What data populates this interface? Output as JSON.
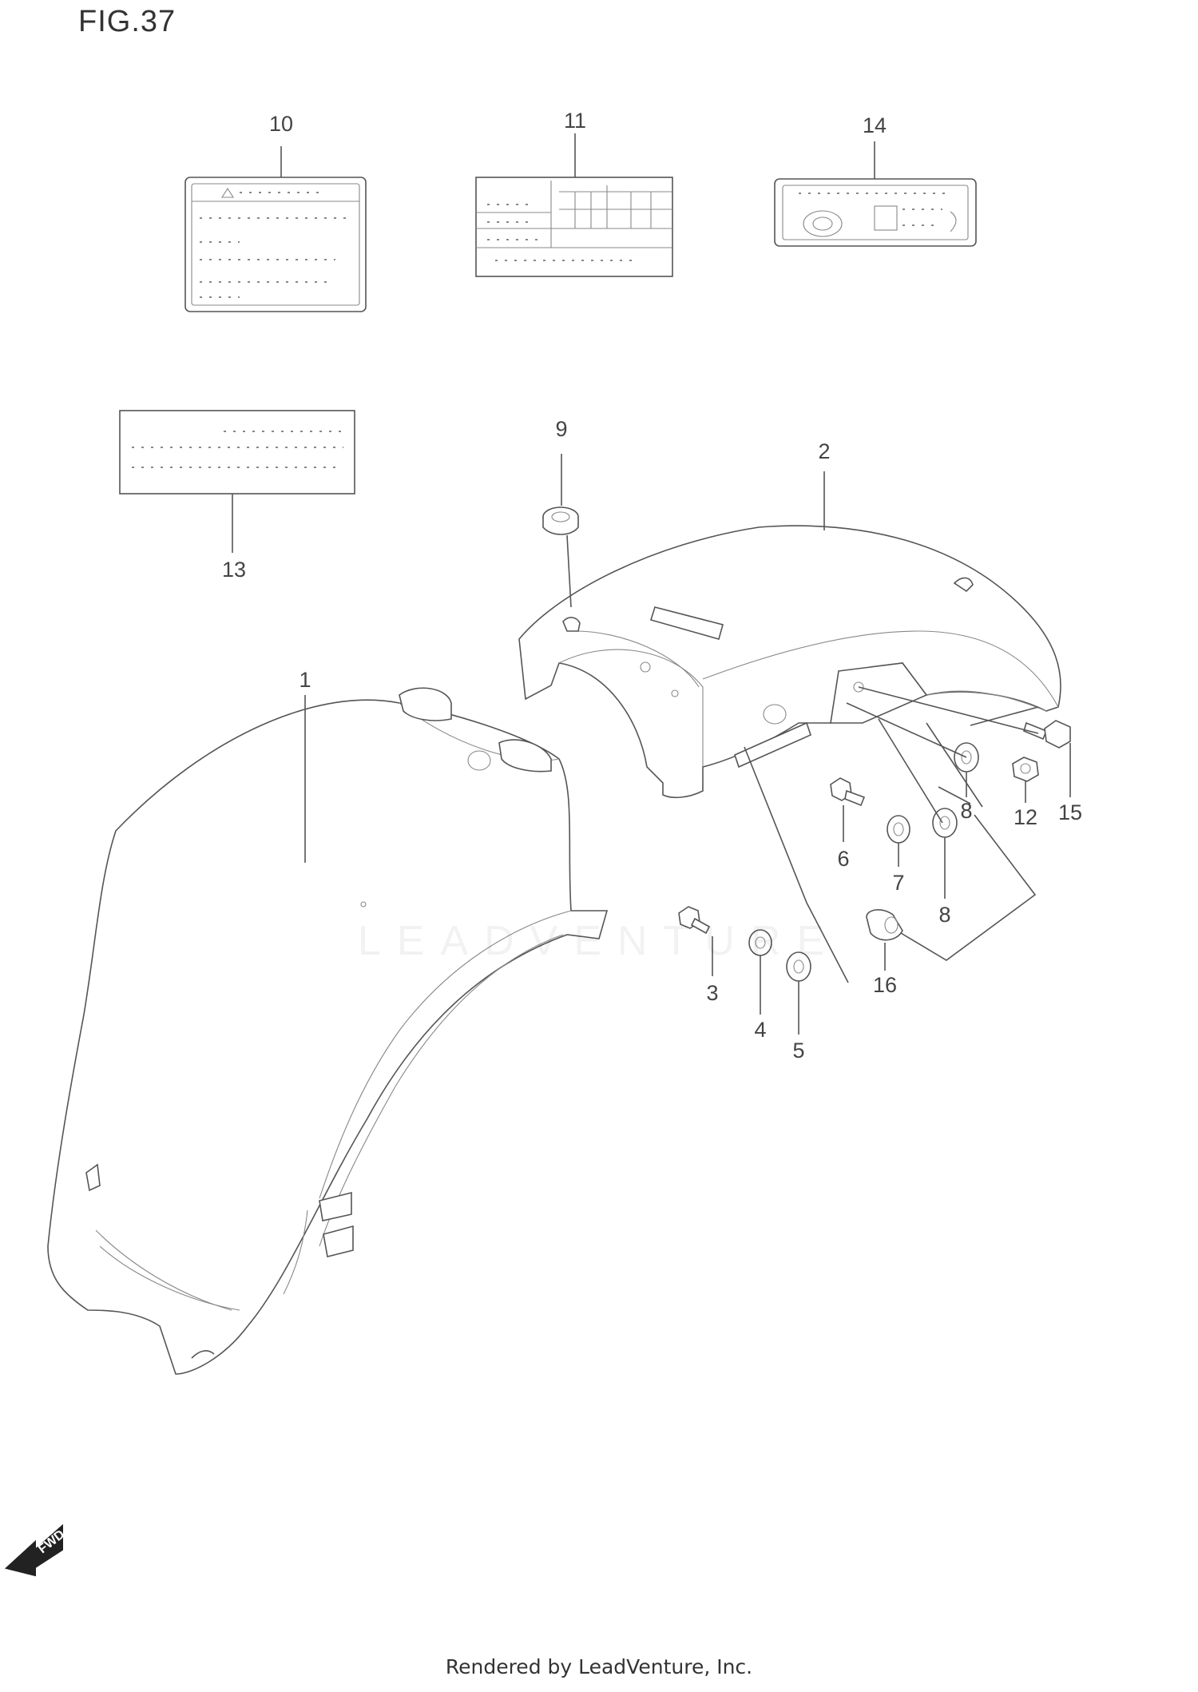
{
  "figure": {
    "title": "FIG.37",
    "footer": "Rendered by LeadVenture, Inc.",
    "watermark": "LEADVENTURE",
    "direction_label": "FWD"
  },
  "callouts": [
    {
      "id": "1",
      "label": "1"
    },
    {
      "id": "2",
      "label": "2"
    },
    {
      "id": "3",
      "label": "3"
    },
    {
      "id": "4",
      "label": "4"
    },
    {
      "id": "5",
      "label": "5"
    },
    {
      "id": "6",
      "label": "6"
    },
    {
      "id": "7",
      "label": "7"
    },
    {
      "id": "8a",
      "label": "8"
    },
    {
      "id": "8b",
      "label": "8"
    },
    {
      "id": "9",
      "label": "9"
    },
    {
      "id": "10",
      "label": "10"
    },
    {
      "id": "11",
      "label": "11"
    },
    {
      "id": "12",
      "label": "12"
    },
    {
      "id": "13",
      "label": "13"
    },
    {
      "id": "14",
      "label": "14"
    },
    {
      "id": "15",
      "label": "15"
    },
    {
      "id": "16",
      "label": "16"
    }
  ]
}
